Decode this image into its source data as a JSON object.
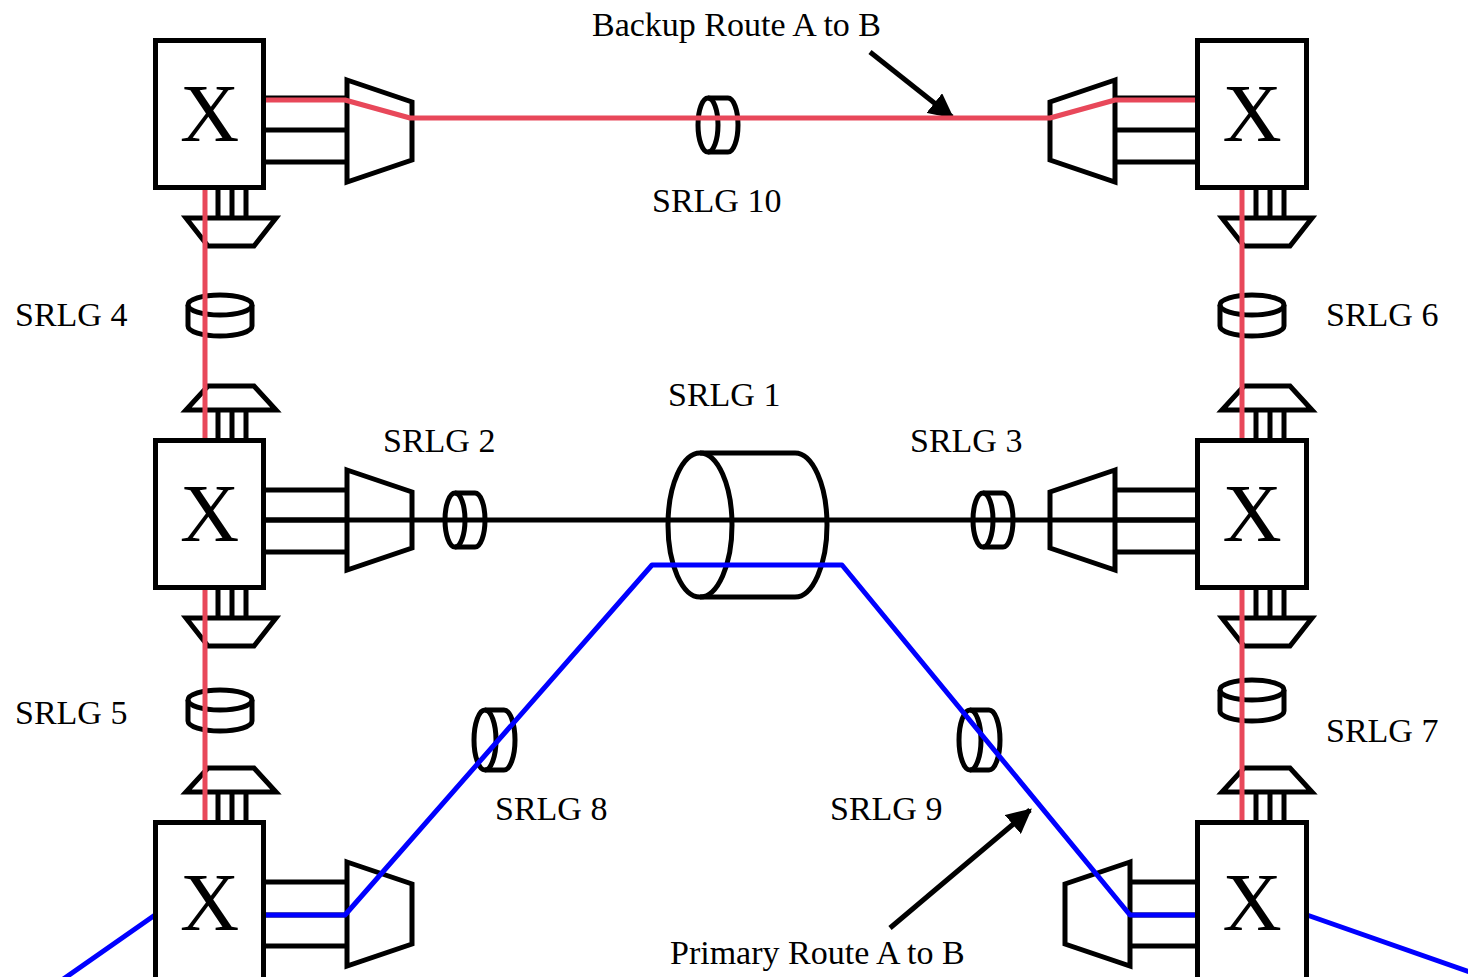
{
  "diagram": {
    "nodes": [
      {
        "text": [
          "X"
        ]
      },
      {
        "text": [
          "X"
        ]
      },
      {
        "text": [
          "X"
        ]
      },
      {
        "text": [
          "X"
        ]
      },
      {
        "text": [
          "X"
        ]
      },
      {
        "text": [
          "X"
        ]
      }
    ],
    "edges": [
      {
        "from": 0,
        "to": 1,
        "arrow": "none"
      },
      {
        "from": 0,
        "to": 2,
        "arrow": "none"
      },
      {
        "from": 2,
        "to": 4,
        "arrow": "none"
      },
      {
        "from": 1,
        "to": 3,
        "arrow": "none"
      },
      {
        "from": 3,
        "to": 5,
        "arrow": "none"
      },
      {
        "from": 2,
        "to": 3,
        "arrow": "none"
      },
      {
        "from": 4,
        "to": 5,
        "arrow": "none"
      }
    ],
    "labels": [
      "Backup Route A to B",
      "SRLG 10",
      "SRLG 4",
      "SRLG 6",
      "SRLG 1",
      "SRLG 2",
      "SRLG 3",
      "SRLG 5",
      "SRLG 7",
      "SRLG 8",
      "SRLG 9",
      "Primary Route A to B"
    ]
  }
}
